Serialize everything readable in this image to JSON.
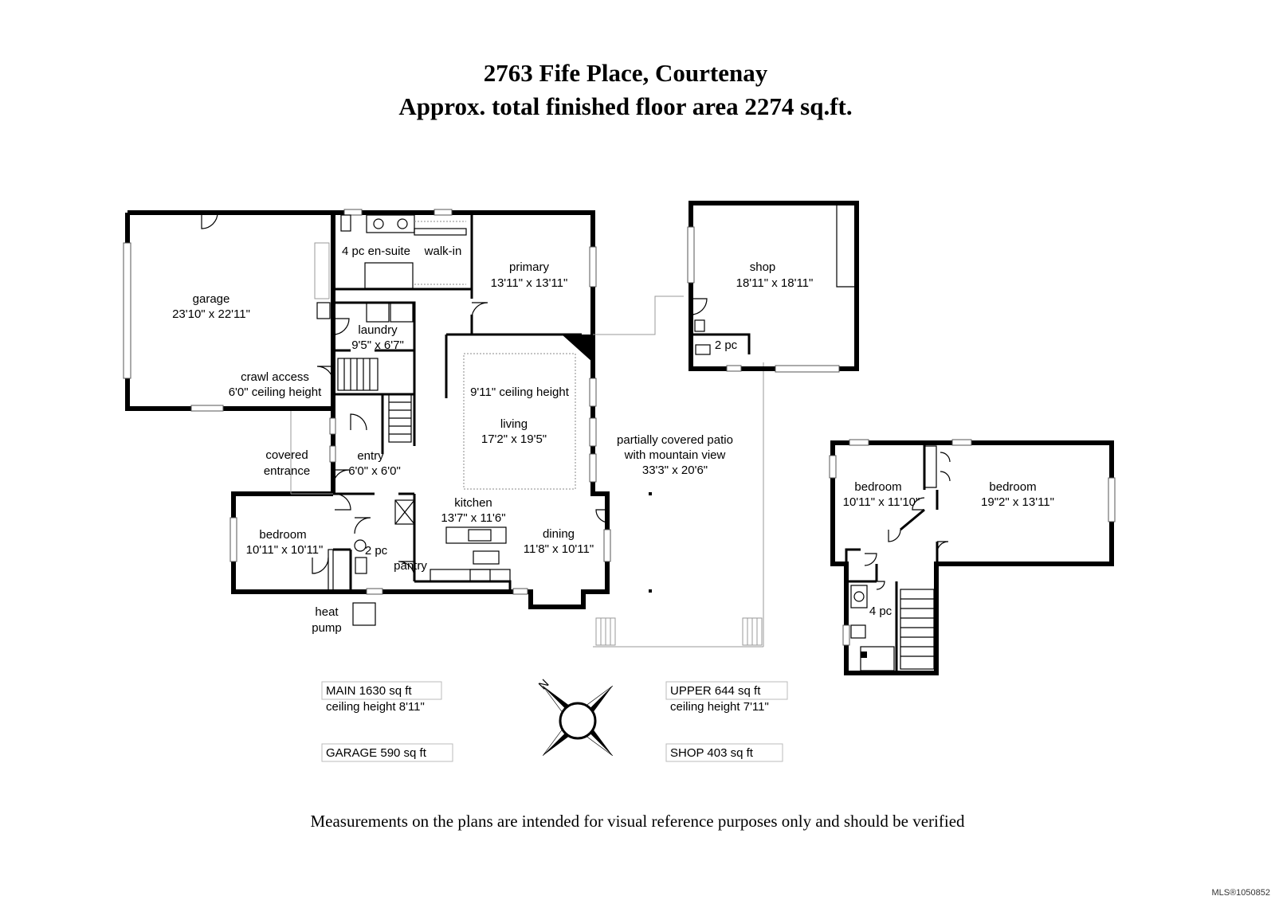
{
  "title": {
    "line1": "2763 Fife Place, Courtenay",
    "line2": "Approx. total finished floor area 2274 sq.ft."
  },
  "rooms": {
    "garage": {
      "name": "garage",
      "dims": "23'10\" x 22'11\""
    },
    "ensuite": {
      "name": "4 pc en-suite"
    },
    "walkin": {
      "name": "walk-in"
    },
    "primary": {
      "name": "primary",
      "dims": "13'11\" x 13'11\""
    },
    "laundry": {
      "name": "laundry",
      "dims": "9'5\" x 6'7\""
    },
    "crawl": {
      "name": "crawl access",
      "dims": "6'0\" ceiling height"
    },
    "living": {
      "ceiling": "9'11\" ceiling height",
      "name": "living",
      "dims": "17'2\" x 19'5\""
    },
    "covered_entrance": {
      "line1": "covered",
      "line2": "entrance"
    },
    "entry": {
      "name": "entry",
      "dims": "6'0\" x 6'0\""
    },
    "kitchen": {
      "name": "kitchen",
      "dims": "13'7\" x 11'6\""
    },
    "dining": {
      "name": "dining",
      "dims": "11'8\" x 10'11\""
    },
    "bedroom_main": {
      "name": "bedroom",
      "dims": "10'11\" x 10'11\""
    },
    "two_pc_main": {
      "name": "2 pc"
    },
    "pantry": {
      "name": "pantry"
    },
    "heat_pump": {
      "line1": "heat",
      "line2": "pump"
    },
    "patio": {
      "line1": "partially covered patio",
      "line2": "with mountain view",
      "dims": "33'3\" x 20'6\""
    },
    "shop": {
      "name": "shop",
      "dims": "18'11\" x 18'11\""
    },
    "two_pc_shop": {
      "name": "2 pc"
    },
    "bedroom_upper_1": {
      "name": "bedroom",
      "dims": "10'11\" x 11'10\""
    },
    "bedroom_upper_2": {
      "name": "bedroom",
      "dims": "19\"2\" x 13'11\""
    },
    "four_pc_upper": {
      "name": "4 pc"
    }
  },
  "summary": {
    "main": {
      "line1": "MAIN  1630 sq ft",
      "line2": "ceiling height 8'11\""
    },
    "upper": {
      "line1": "UPPER  644 sq ft",
      "line2": "ceiling height 7'11\""
    },
    "garage": {
      "line1": "GARAGE  590 sq ft"
    },
    "shop": {
      "line1": "SHOP  403 sq ft"
    }
  },
  "compass": {
    "label": "N"
  },
  "disclaimer": "Measurements on the plans are intended for visual reference purposes only and should be verified",
  "watermark": "MLS®1050852"
}
